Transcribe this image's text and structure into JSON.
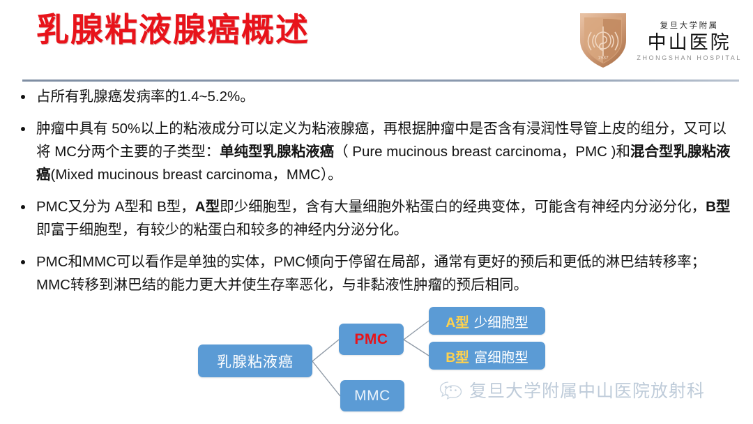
{
  "header": {
    "title": "乳腺粘液腺癌概述",
    "title_color": "#e8131a",
    "logo": {
      "cn_small": "复旦大学附属",
      "cn_big": "中山医院",
      "en_small": "ZHONGSHAN HOSPITAL",
      "shield_year": "1937"
    }
  },
  "bullets": [
    {
      "id": "bullet-incidence",
      "segments": [
        {
          "text": "占所有乳腺癌发病率的1.4~5.2%。",
          "bold": false
        }
      ]
    },
    {
      "id": "bullet-definition",
      "segments": [
        {
          "text": "肿瘤中具有 50%以上的粘液成分可以定义为粘液腺癌，再根据肿瘤中是否含有浸润性导管上皮的组分，又可以将 MC分两个主要的子类型：",
          "bold": false
        },
        {
          "text": "单纯型乳腺粘液癌",
          "bold": true
        },
        {
          "text": "（ Pure mucinous breast carcinoma，PMC )和",
          "bold": false
        },
        {
          "text": "混合型乳腺粘液癌",
          "bold": true
        },
        {
          "text": "(Mixed mucinous breast carcinoma，MMC）。",
          "bold": false
        }
      ]
    },
    {
      "id": "bullet-subtypes",
      "segments": [
        {
          "text": "PMC又分为 A型和 B型，",
          "bold": false
        },
        {
          "text": "A型",
          "bold": true
        },
        {
          "text": "即少细胞型，含有大量细胞外粘蛋白的经典变体，可能含有神经内分泌分化，",
          "bold": false
        },
        {
          "text": "B型",
          "bold": true
        },
        {
          "text": "即富于细胞型，有较少的粘蛋白和较多的神经内分泌分化。",
          "bold": false
        }
      ]
    },
    {
      "id": "bullet-prognosis",
      "segments": [
        {
          "text": "PMC和MMC可以看作是单独的实体，PMC倾向于停留在局部，通常有更好的预后和更低的淋巴结转移率；MMC转移到淋巴结的能力更大并使生存率恶化，与非黏液性肿瘤的预后相同。",
          "bold": false
        }
      ]
    }
  ],
  "diagram": {
    "box_color": "#5b9bd5",
    "connector_color": "#8f9aa6",
    "nodes": {
      "root": "乳腺粘液癌",
      "pmc": "PMC",
      "mmc": "MMC",
      "a_tag": "A型",
      "a_label": "少细胞型",
      "b_tag": "B型",
      "b_label": "富细胞型"
    }
  },
  "watermark": {
    "text": "复旦大学附属中山医院放射科",
    "icon": "wechat-icon"
  }
}
